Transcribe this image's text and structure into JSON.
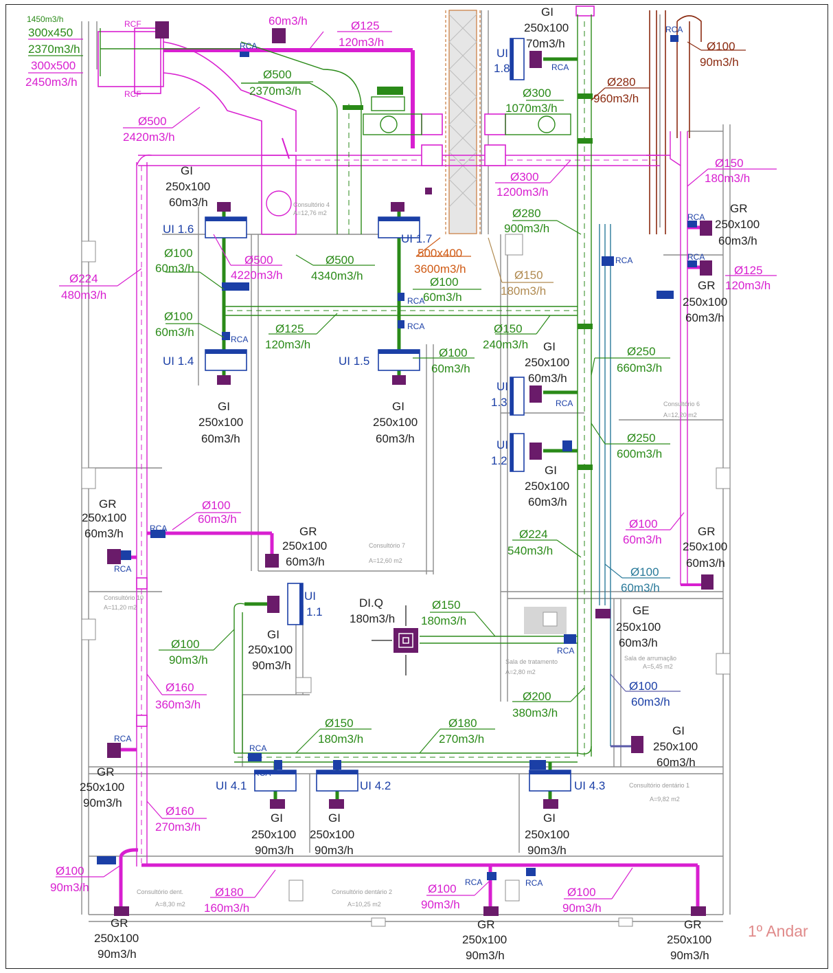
{
  "floor_label": "1º Andar",
  "colors": {
    "supply_duct": "#d81fd0",
    "exhaust_duct": "#2a8a18",
    "indoor_unit": "#1b3fa6",
    "grille": "#6a1b6a",
    "wall": "#8c8c8c",
    "shaft": "#c8783a",
    "label_orange": "#cf5a14",
    "label_brown": "#8a2a10",
    "label_cyan": "#2a7a9a"
  },
  "top_left": {
    "d1a": "300x450",
    "d1b": "2370m3/h",
    "d2a": "300x500",
    "d2b": "2450m3/h",
    "d3a": "Ø500",
    "d3b": "2420m3/h",
    "d4a": "Ø500",
    "d4b": "2370m3/h",
    "top_tag": "1450m3/h"
  },
  "rcf": "RCF",
  "rca": "RCA",
  "labels": {
    "a60": "60m3/h",
    "d125a": "Ø125",
    "d125b": "120m3/h",
    "gi": "GI",
    "gr": "GR",
    "ge": "GE",
    "s250x100": "250x100",
    "s70": "70m3/h",
    "s90": "90m3/h",
    "s60": "60m3/h",
    "d100": "Ø100",
    "d280": "Ø280",
    "d960": "960m3/h",
    "d300": "Ø300",
    "d1070": "1070m3/h",
    "d300b": "Ø300",
    "d1200": "1200m3/h",
    "d280b": "Ø280",
    "d900": "900m3/h",
    "d150": "Ø150",
    "d180": "180m3/h",
    "d500a": "Ø500",
    "d4220": "4220m3/h",
    "d500b": "Ø500",
    "d4340": "4340m3/h",
    "s500x400": "500x400",
    "s3600": "3600m3/h",
    "d150b": "Ø150",
    "d180b": "180m3/h",
    "d224": "Ø224",
    "d480": "480m3/h",
    "d125c": "Ø125",
    "d120c": "120m3/h",
    "d150c": "Ø150",
    "d240": "240m3/h",
    "d250": "Ø250",
    "d660": "660m3/h",
    "d250b": "Ø250",
    "d600": "600m3/h",
    "d224b": "Ø224",
    "d540": "540m3/h",
    "d160": "Ø160",
    "d360": "360m3/h",
    "d160b": "Ø160",
    "d270": "270m3/h",
    "d180x": "Ø180",
    "d270b": "270m3/h",
    "d150x": "Ø150",
    "d180x2": "180m3/h",
    "d200": "Ø200",
    "d380": "380m3/h",
    "d180y": "Ø180",
    "d160y": "160m3/h",
    "diq": "DI.Q",
    "d180diq": "180m3/h",
    "d150d": "Ø150",
    "d180d": "180m3/h",
    "d180s": "180m3/h"
  },
  "units": {
    "ui16": "UI 1.6",
    "ui17": "UI 1.7",
    "ui14": "UI 1.4",
    "ui15": "UI 1.5",
    "ui13a": "UI",
    "ui13b": "1.3",
    "ui12a": "UI",
    "ui12b": "1.2",
    "ui18a": "UI",
    "ui18b": "1.8",
    "ui11a": "UI",
    "ui11b": "1.1",
    "ui41": "UI 4.1",
    "ui42": "UI 4.2",
    "ui43": "UI 4.3"
  },
  "rooms": {
    "r1": "Consultório 4",
    "r1a": "A=12,76 m2",
    "r2": "Consultório 7",
    "r2a": "A=12,60 m2",
    "r3": "Consultório 10",
    "r3a": "A=11,20 m2",
    "r4": "Sala de arrumação",
    "r4a": "A=5,45 m2",
    "r5": "Consultório dentário 1",
    "r5a": "A=9,82 m2",
    "r6": "Consultório dentário 2",
    "r6a": "A=10,25 m2",
    "r7": "Consultório dent.",
    "r7a": "A=8,30 m2",
    "r8": "Consultório 6",
    "r8a": "A=12,20 m2",
    "r9": "Sala de tratamento",
    "r9a": "A=2,80 m2"
  }
}
